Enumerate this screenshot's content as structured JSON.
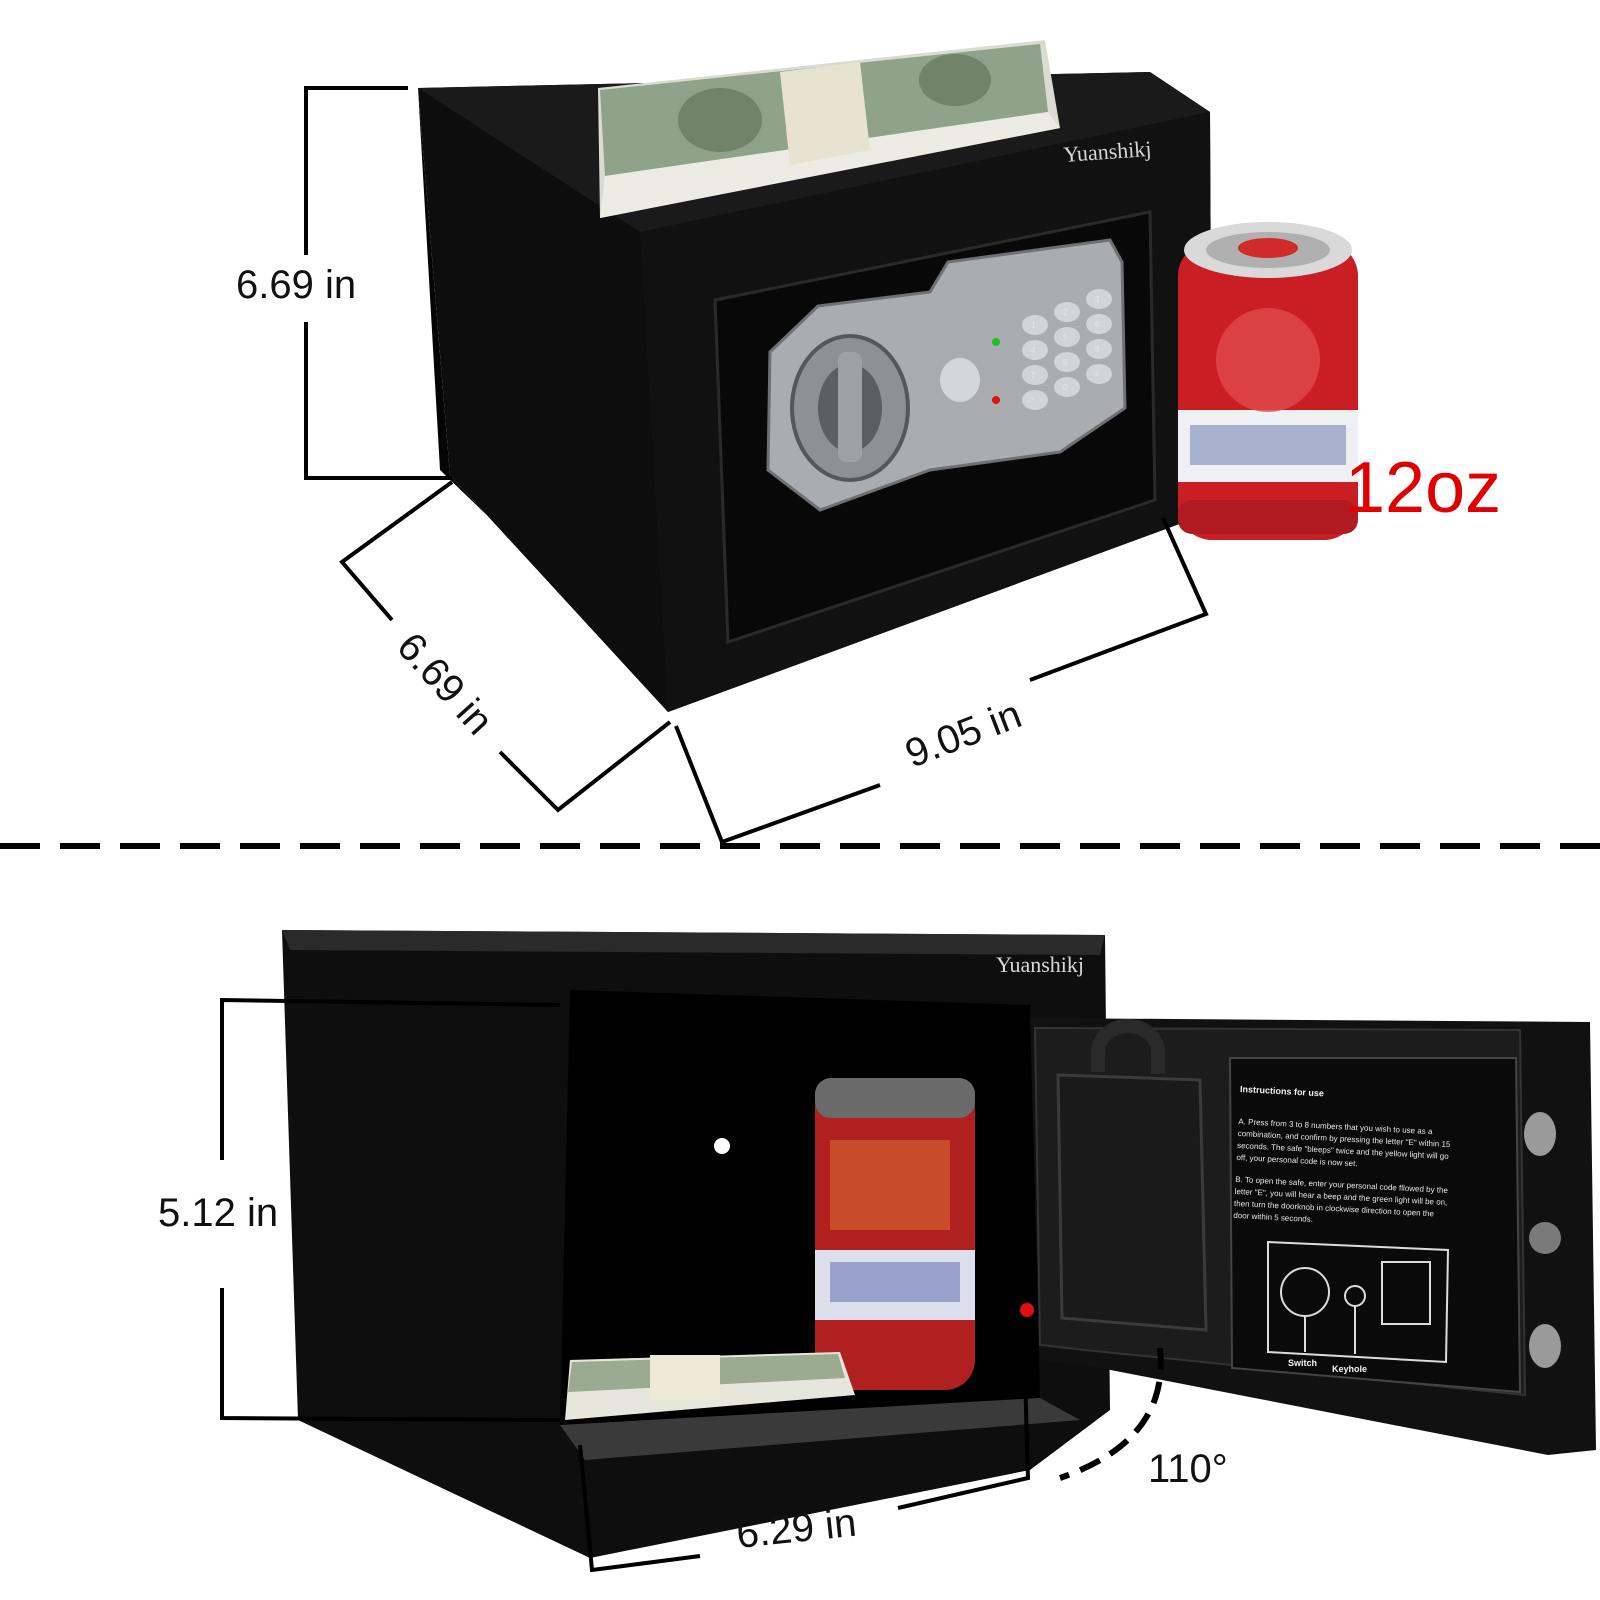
{
  "brand": "Yuanshikj",
  "top": {
    "height_label": "6.69 in",
    "depth_label": "6.69 in",
    "width_label": "9.05 in",
    "can_label": "12oz"
  },
  "bottom": {
    "interior_height_label": "5.12 in",
    "interior_width_label": "6.29 in",
    "door_angle_label": "110°",
    "instructions": {
      "title": "Instructions for use",
      "a1": "A. Press from 3 to 8 numbers that you wish to use as a",
      "a2": "combination, and confirm by pressing the letter \"E\" within 15",
      "a3": "seconds. The safe \"bleeps\" twice and the yellow light will go",
      "a4": "off, your personal code is now set.",
      "b1": "B. To open the safe, enter your personal code fllowed by the",
      "b2": "letter \"E\", you will hear a beep and the green light will be on,",
      "b3": "then turn the doorknob in clockwise direction to open the",
      "b4": "door within 5 seconds.",
      "switch_label": "Switch",
      "keyhole_label": "Keyhole"
    }
  },
  "colors": {
    "safe_body": "#0d0d0d",
    "panel_silver": "#a9acb0",
    "oz_red": "#e00000",
    "can_red": "#c81e24"
  },
  "keypad_keys": [
    "1",
    "2",
    "3",
    "4",
    "5",
    "6",
    "7",
    "8",
    "9",
    "*",
    "0",
    "#"
  ]
}
